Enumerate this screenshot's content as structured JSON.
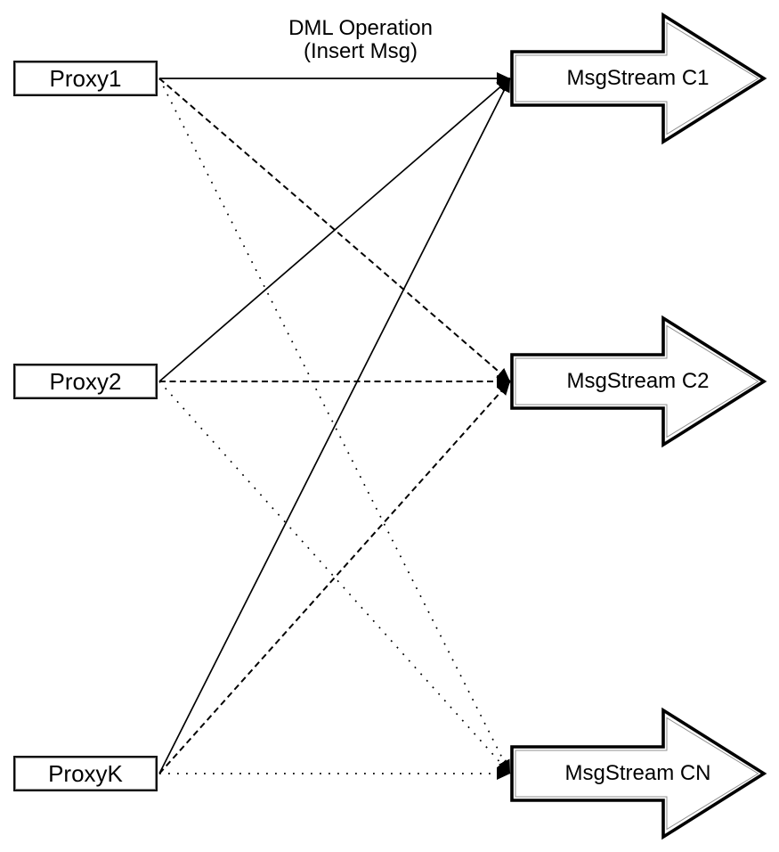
{
  "diagram": {
    "background_color": "#ffffff",
    "stroke_color": "#000000",
    "inner_outline_color": "#8f8f8f",
    "title": {
      "line1": "DML Operation",
      "line2": "(Insert Msg)"
    },
    "proxies": [
      {
        "label": "Proxy1"
      },
      {
        "label": "Proxy2"
      },
      {
        "label": "ProxyK"
      }
    ],
    "streams": [
      {
        "label": "MsgStream C1",
        "incoming_line_style": "solid"
      },
      {
        "label": "MsgStream C2",
        "incoming_line_style": "dashed"
      },
      {
        "label": "MsgStream CN",
        "incoming_line_style": "dotted"
      }
    ],
    "connections": [
      {
        "from": "Proxy1",
        "to": "MsgStream C1",
        "style": "solid"
      },
      {
        "from": "Proxy2",
        "to": "MsgStream C1",
        "style": "solid"
      },
      {
        "from": "ProxyK",
        "to": "MsgStream C1",
        "style": "solid"
      },
      {
        "from": "Proxy1",
        "to": "MsgStream C2",
        "style": "dashed"
      },
      {
        "from": "Proxy2",
        "to": "MsgStream C2",
        "style": "dashed"
      },
      {
        "from": "ProxyK",
        "to": "MsgStream C2",
        "style": "dashed"
      },
      {
        "from": "Proxy1",
        "to": "MsgStream CN",
        "style": "dotted"
      },
      {
        "from": "Proxy2",
        "to": "MsgStream CN",
        "style": "dotted"
      },
      {
        "from": "ProxyK",
        "to": "MsgStream CN",
        "style": "dotted"
      }
    ]
  }
}
